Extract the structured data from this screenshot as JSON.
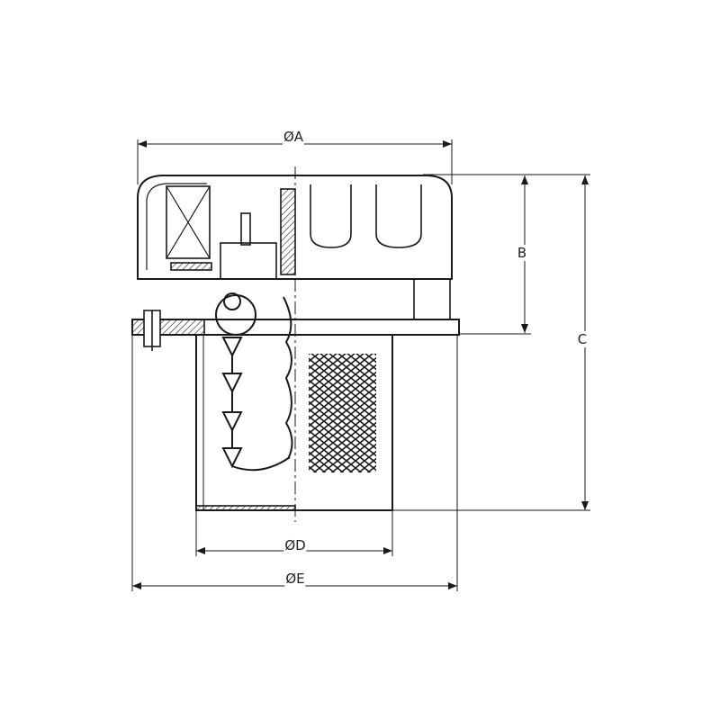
{
  "labels": {
    "dia_a": "ØA",
    "b": "B",
    "c": "C",
    "dia_d": "ØD",
    "dia_e": "ØE"
  },
  "colors": {
    "line": "#1a1a1a",
    "background": "#ffffff"
  }
}
